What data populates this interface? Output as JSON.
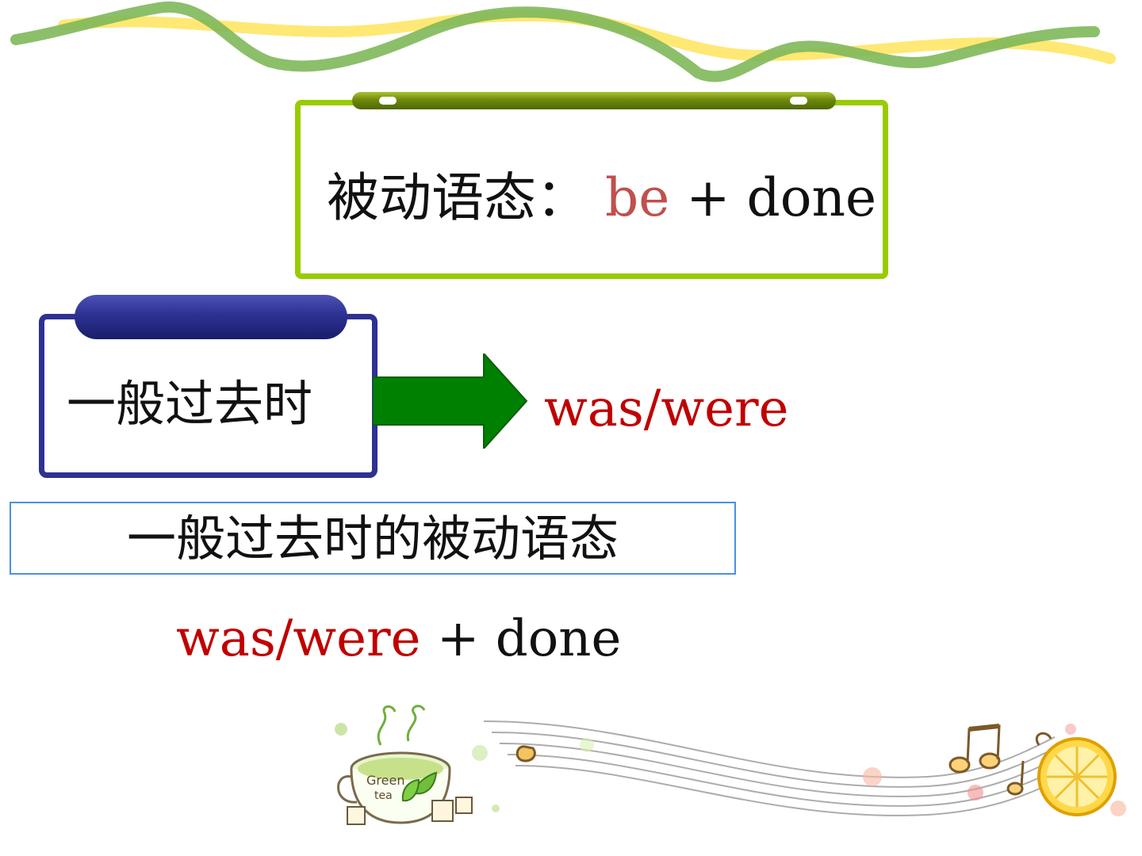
{
  "formula": {
    "label": "被动语态：",
    "be": "be",
    "rest": " + done"
  },
  "tense": {
    "label": "一般过去时"
  },
  "result": {
    "was_were": "was/were"
  },
  "title": {
    "text": "一般过去时的被动语态"
  },
  "structure": {
    "was_were": "was/were",
    "rest": " + done"
  },
  "decoration": {
    "cup_text_line1": "Green",
    "cup_text_line2": "tea"
  },
  "colors": {
    "green_border": "#99cc00",
    "navy_border": "#2e3192",
    "arrow_green": "#008000",
    "accent_red": "#c00000",
    "soft_red": "#c0504d",
    "title_border": "#4a90e2"
  }
}
